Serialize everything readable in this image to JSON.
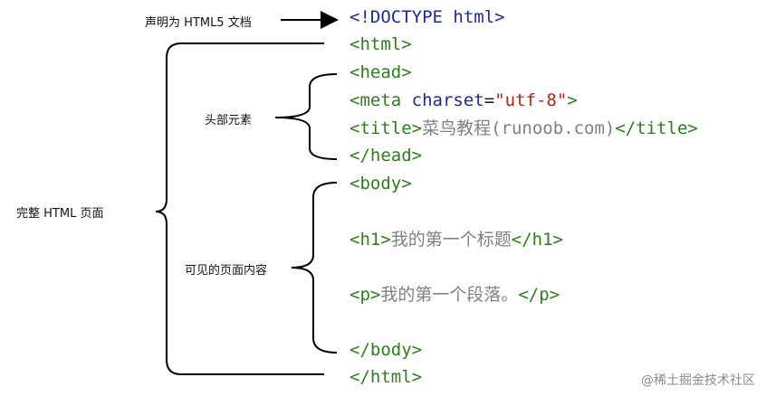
{
  "labels": {
    "doctype_note": "声明为 HTML5 文档",
    "head_note": "头部元素",
    "page_note": "完整 HTML 页面",
    "body_note": "可见的页面内容"
  },
  "code": {
    "doctype": "<!DOCTYPE html>",
    "html_open": "<html>",
    "head_open": "<head>",
    "meta_tag": "<meta",
    "meta_attr": "charset",
    "meta_eq": "=",
    "meta_val": "\"utf-8\"",
    "meta_close": ">",
    "title_open": "<title>",
    "title_text": "菜鸟教程(runoob.com)",
    "title_close": "</title>",
    "head_close": "</head>",
    "body_open": "<body>",
    "h1_open": "<h1>",
    "h1_text": "我的第一个标题",
    "h1_close": "</h1>",
    "p_open": "<p>",
    "p_text": "我的第一个段落。",
    "p_close": "</p>",
    "body_close": "</body>",
    "html_close": "</html>"
  },
  "watermark": "@稀土掘金技术社区",
  "colors": {
    "tag": "#2e7d1d",
    "doctype": "#1f2a8f",
    "attribute": "#1f2a8f",
    "string": "#b3241a",
    "text": "#808080"
  }
}
